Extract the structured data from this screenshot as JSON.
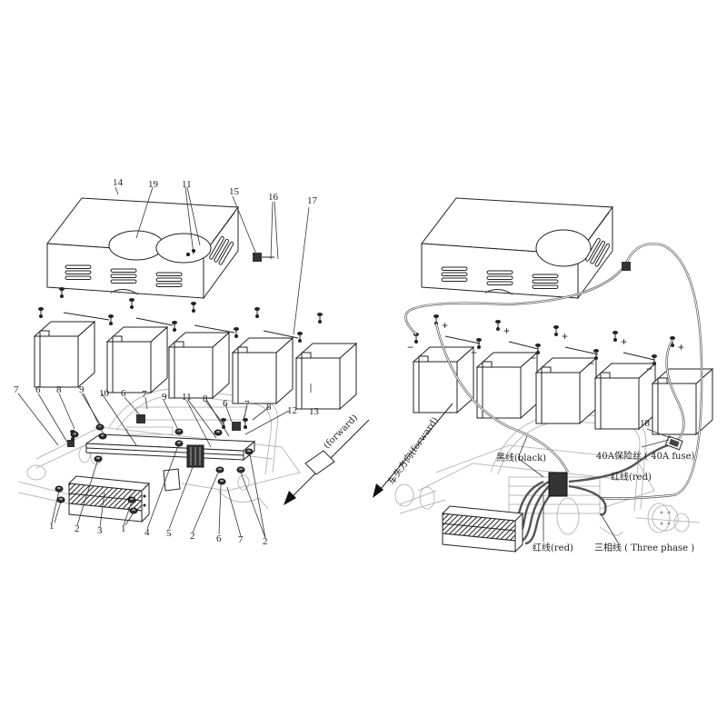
{
  "left_view": {
    "callouts": {
      "c14": "14",
      "c19": "19",
      "c11_top": "11",
      "c15": "15",
      "c16": "16",
      "c17": "17",
      "c13": "13",
      "c12": "12",
      "c7_left": "7",
      "c6_left": "6",
      "c8_left": "8",
      "c9_left": "9",
      "c10": "10",
      "c6_mid": "6",
      "c7_mid": "7",
      "c9_mid": "9",
      "c11_mid": "11",
      "c8_mid": "8",
      "c6_right": "6",
      "c7_right": "7",
      "c8_right": "8",
      "c1_a": "1",
      "c2_a": "2",
      "c3": "3",
      "c1_b": "1",
      "c4": "4",
      "c5": "5",
      "c2_b": "2",
      "c6_bot": "6",
      "c7_bot": "7",
      "c2_c": "2"
    },
    "direction_label": "(forward)"
  },
  "right_view": {
    "terminals": {
      "plus": "+",
      "minus": "−"
    },
    "direction_label": "车头方向(forward)",
    "callout_18": "18",
    "labels": {
      "black_wire": "黑线(black)",
      "fuse": "40A保险丝 ( 40A fuse)",
      "red_wire_upper": "红线(red)",
      "red_wire_lower": "红线(red)",
      "three_phase": "三相线 ( Three phase )"
    }
  }
}
